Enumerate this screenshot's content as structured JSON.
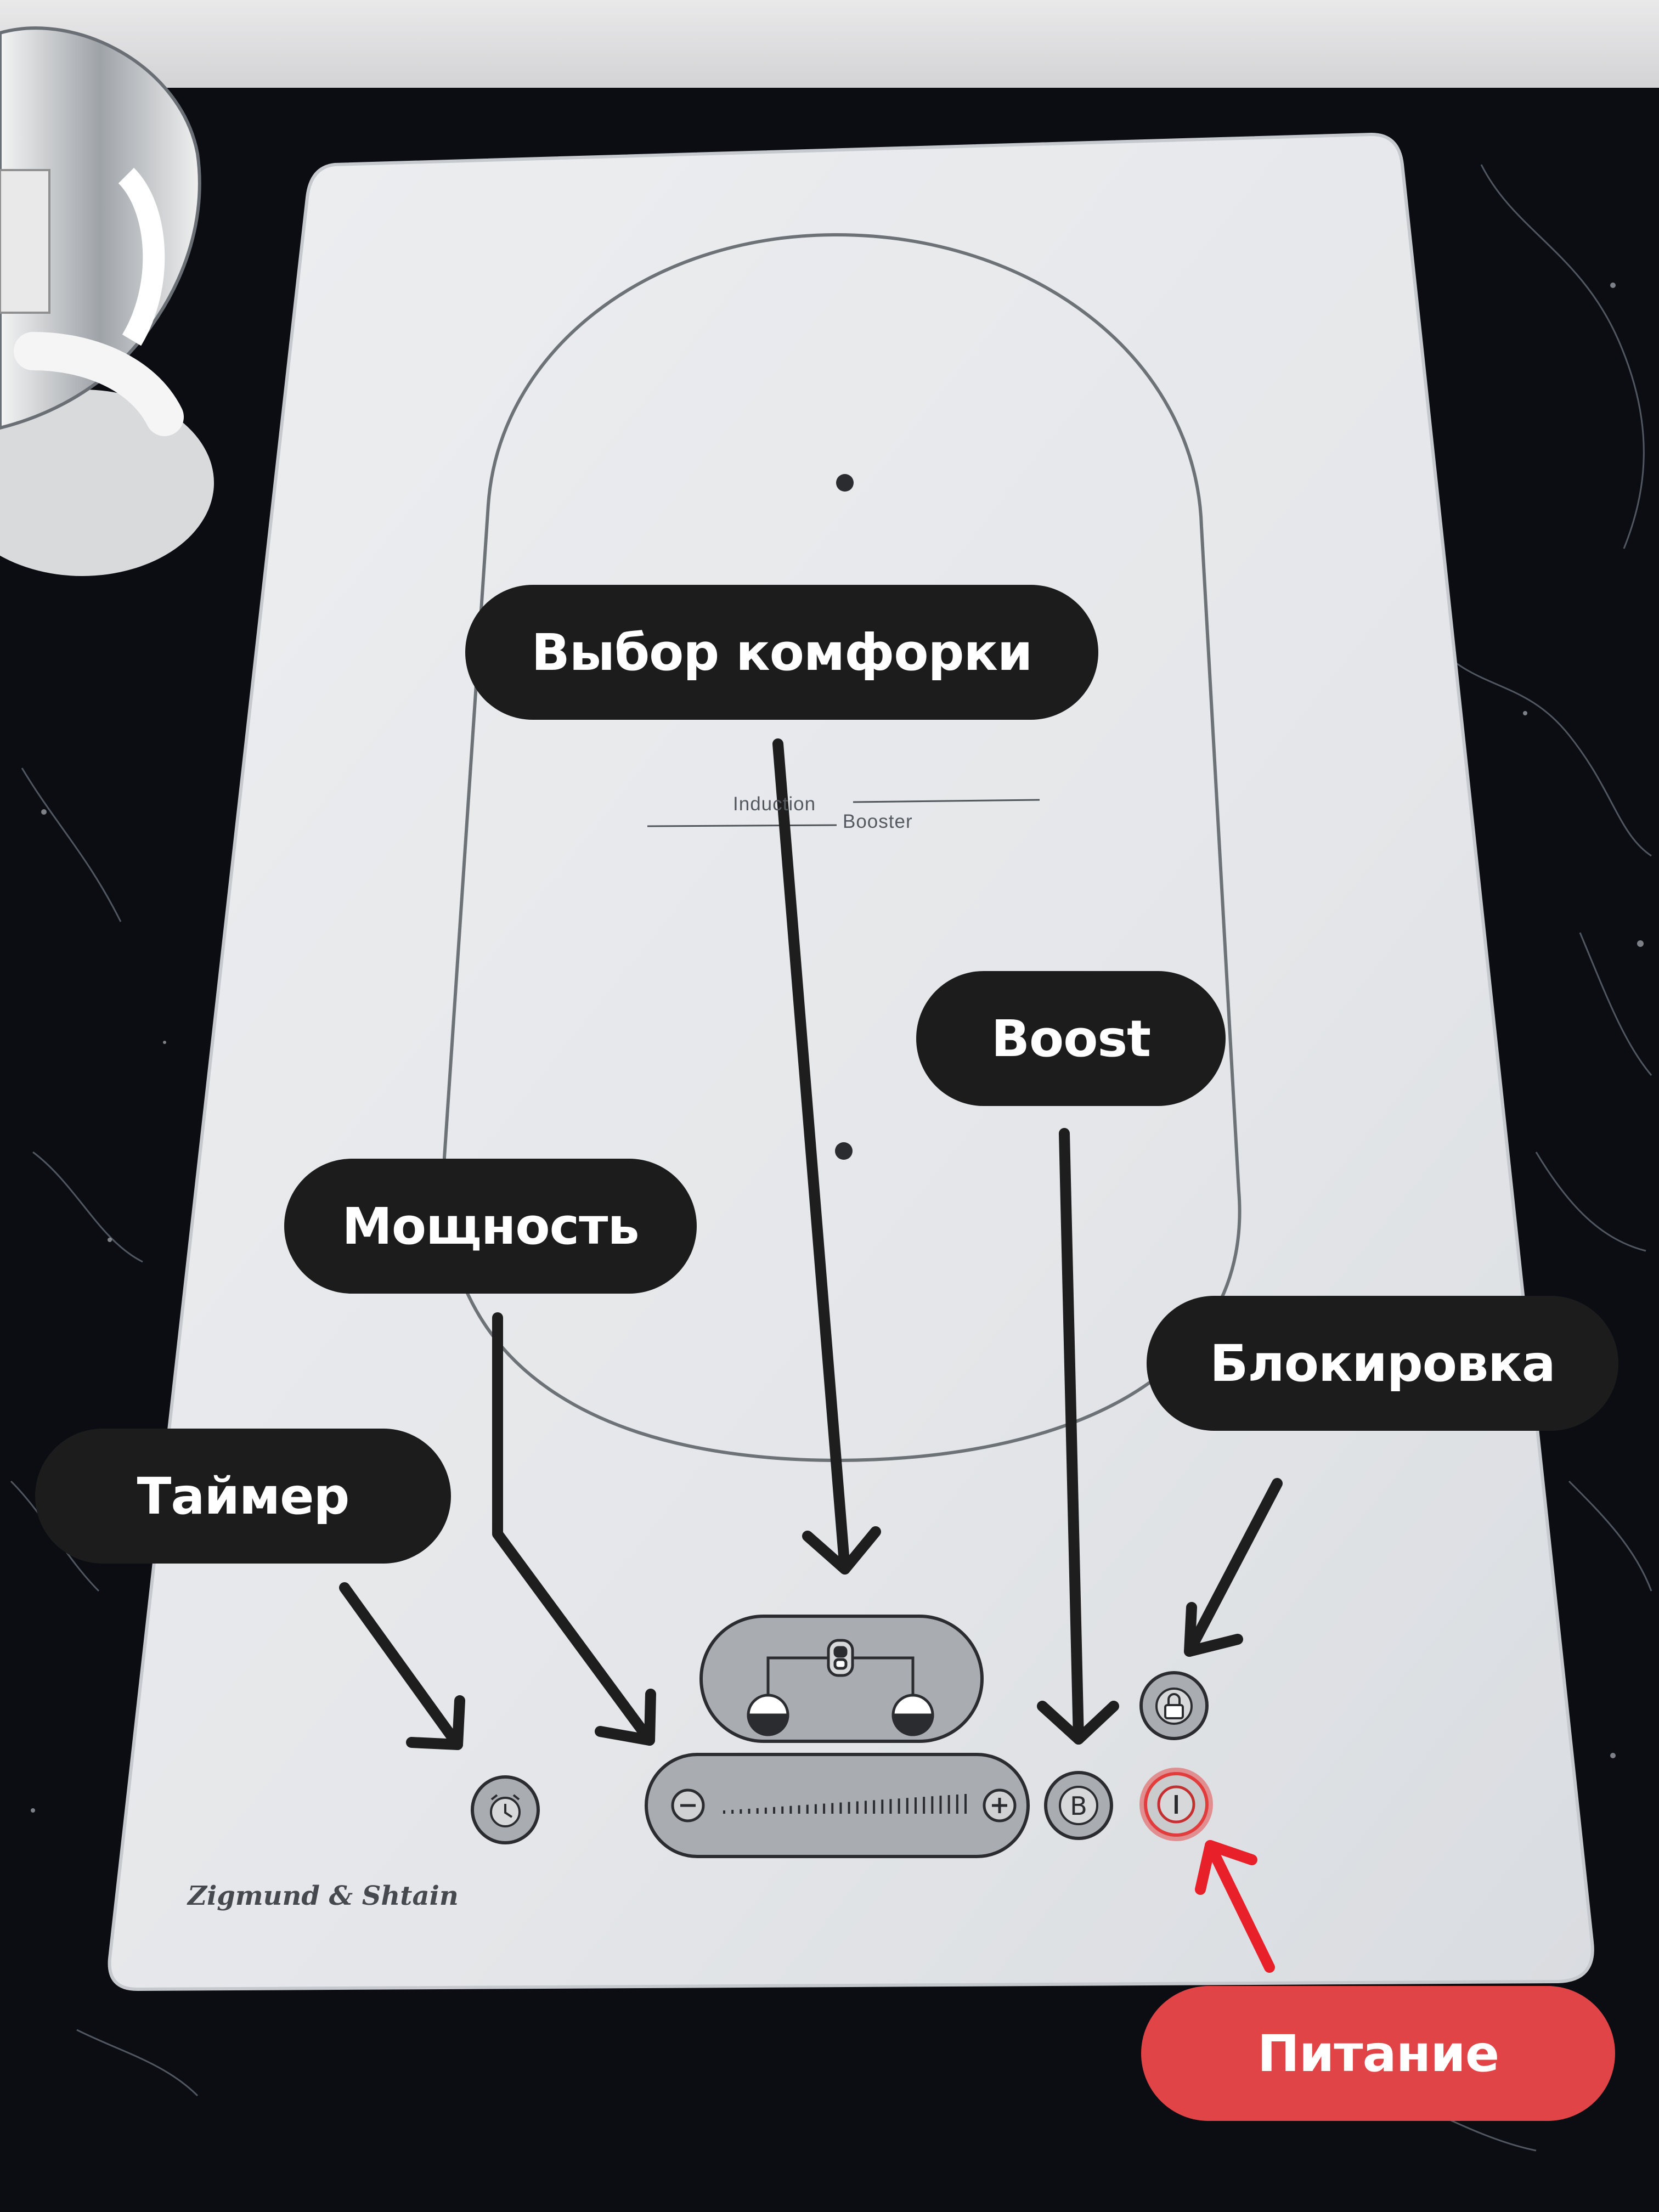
{
  "callouts": {
    "burner_select": "Выбор комфорки",
    "boost": "Boost",
    "power_level": "Мощность",
    "lock": "Блокировка",
    "timer": "Таймер",
    "power": "Питание"
  },
  "hob": {
    "label_induction": "Induction",
    "label_booster": "Booster",
    "brand": "Zigmund & Shtain",
    "boost_key_letter": "B"
  },
  "icons": {
    "timer": "alarm-clock-icon",
    "lock": "padlock-icon",
    "power": "power-icon",
    "minus": "minus-icon",
    "plus": "plus-icon",
    "burner_select": "burner-select-icon"
  },
  "colors": {
    "callout_bg": "#1c1c1c",
    "callout_power_bg": "#e04446",
    "callout_text": "#ffffff",
    "hob_glass": "#e8eaed",
    "countertop": "#0b0d12",
    "power_key": "#e23c3c",
    "arrow_dark": "#1e1e1e",
    "arrow_red": "#e8202a"
  }
}
